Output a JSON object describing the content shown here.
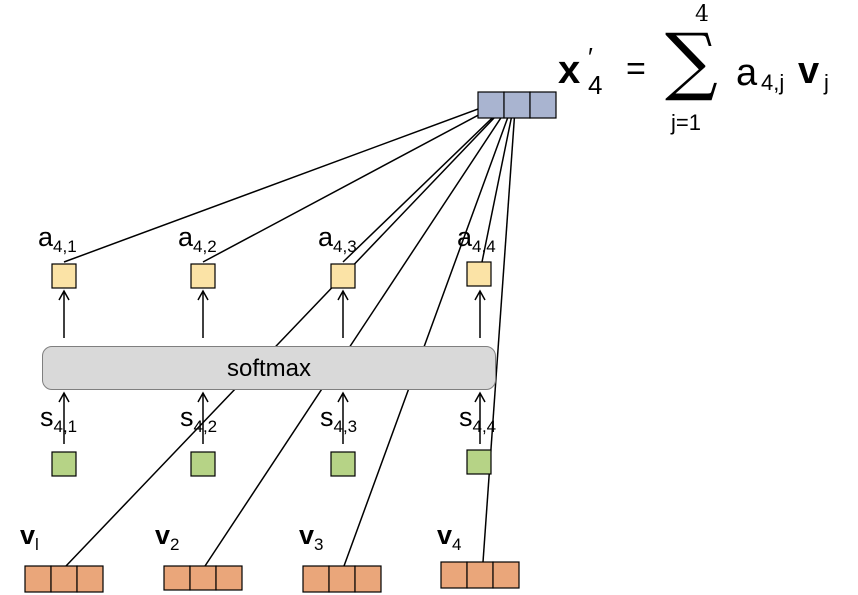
{
  "colors": {
    "output_cell": "#a9b4d0",
    "weight_cell": "#fbe3a6",
    "score_cell": "#b6d386",
    "value_cell": "#eaa67a",
    "softmax_fill": "#d9d9d9"
  },
  "softmax_label": "softmax",
  "weights": [
    {
      "base": "a",
      "sub": "4,1"
    },
    {
      "base": "a",
      "sub": "4,2"
    },
    {
      "base": "a",
      "sub": "4,3"
    },
    {
      "base": "a",
      "sub": "4,4"
    }
  ],
  "scores": [
    {
      "base": "s",
      "sub": "4,1"
    },
    {
      "base": "s",
      "sub": "4,2"
    },
    {
      "base": "s",
      "sub": "4,3"
    },
    {
      "base": "s",
      "sub": "4,4"
    }
  ],
  "values": [
    {
      "base": "v",
      "sub": "l"
    },
    {
      "base": "v",
      "sub": "2"
    },
    {
      "base": "v",
      "sub": "3"
    },
    {
      "base": "v",
      "sub": "4"
    }
  ],
  "formula": {
    "lhs": "x",
    "lhs_sub": "4",
    "lhs_prime": "′",
    "equals": "=",
    "sigma": "∑",
    "upper": "4",
    "lower": "j=1",
    "term_a": "a",
    "term_a_sub": "4,j",
    "term_v": "v",
    "term_v_sub": "j"
  }
}
